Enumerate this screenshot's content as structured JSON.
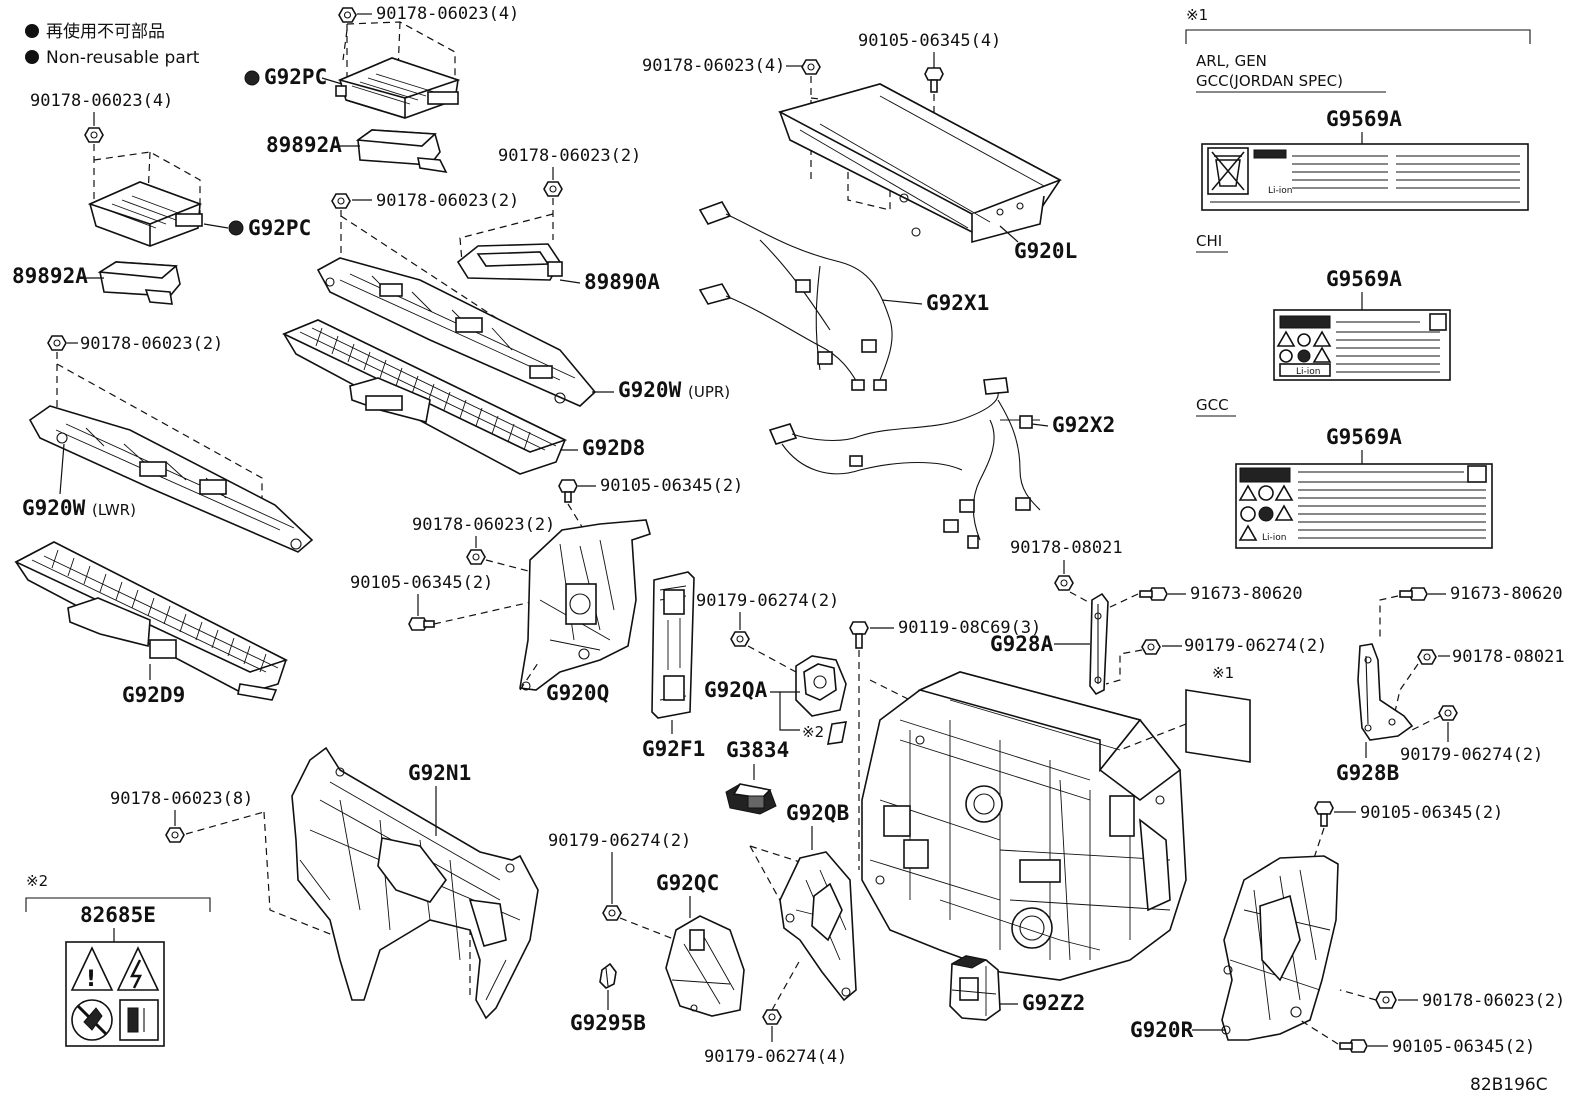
{
  "legend": {
    "jp": "再使用不可部品",
    "en": "Non-reusable part"
  },
  "fasteners": {
    "f_top_g92pc": "90178-06023(4)",
    "f_left_g92pc": "90178-06023(4)",
    "f_89890a": "90178-06023(2)",
    "f_g920w_upr": "90178-06023(2)",
    "f_g920w_lwr": "90178-06023(2)",
    "f_g920l_nut": "90178-06023(4)",
    "f_g920l_bolt": "90105-06345(4)",
    "f_g920q_bolt_top": "90105-06345(2)",
    "f_g920q_nut": "90178-06023(2)",
    "f_g920q_bolt_low": "90105-06345(2)",
    "f_g92qa": "90179-06274(2)",
    "f_center_bolt": "90119-08C69(3)",
    "f_g928a_top": "90178-08021",
    "f_g928a_bolt": "91673-80620",
    "f_g928a_nut": "90179-06274(2)",
    "f_g928b_bolt": "91673-80620",
    "f_g928b_nut1": "90178-08021",
    "f_g928b_nut2": "90179-06274(2)",
    "f_g920r_bolt_top": "90105-06345(2)",
    "f_g920r_nut": "90178-06023(2)",
    "f_g920r_bolt_low": "90105-06345(2)",
    "f_g92n1": "90178-06023(8)",
    "f_g92qc": "90179-06274(2)",
    "f_g92qb": "90179-06274(4)"
  },
  "parts": {
    "g92pc_top": "G92PC",
    "g92pc_left": "G92PC",
    "a89892_top": "89892A",
    "a89892_left": "89892A",
    "a89890": "89890A",
    "g920w_upr": "G920W",
    "g920w_upr_note": "(UPR)",
    "g920w_lwr": "G920W",
    "g920w_lwr_note": "(LWR)",
    "g92d8": "G92D8",
    "g92d9": "G92D9",
    "g920l": "G920L",
    "g92x1": "G92X1",
    "g92x2": "G92X2",
    "g920q": "G920Q",
    "g92f1": "G92F1",
    "g92qa": "G92QA",
    "g3834": "G3834",
    "g92qb": "G92QB",
    "g92qc": "G92QC",
    "g9295b": "G9295B",
    "g92n1": "G92N1",
    "g928a": "G928A",
    "g928b": "G928B",
    "g92z2": "G92Z2",
    "g920r": "G920R",
    "label_82685e": "82685E"
  },
  "notes": {
    "mark1_near_battery": "※1",
    "mark2_near_g92qa": "※2"
  },
  "inset1": {
    "mark": "※1",
    "region_a": "ARL, GEN",
    "region_b": "GCC(JORDAN SPEC)",
    "label_a": "G9569A",
    "region_c": "CHI",
    "label_c": "G9569A",
    "region_d": "GCC",
    "label_d": "G9569A",
    "li_ion": "Li-ion"
  },
  "inset2": {
    "mark": "※2",
    "label": "82685E"
  },
  "diagram_code": "82B196C"
}
